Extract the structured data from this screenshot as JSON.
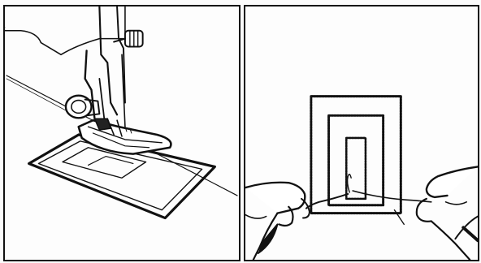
{
  "figure": {
    "panels": [
      {
        "id": "left",
        "subject": "presser-foot-over-framed-rectangle"
      },
      {
        "id": "right",
        "subject": "hands-pulling-thread-through-framed-rectangle"
      }
    ],
    "colors": {
      "ink": "#111111",
      "paper": "#fdfdfd"
    },
    "icons": [
      "presser-foot-icon",
      "needle-icon",
      "thread-icon",
      "hand-icon"
    ]
  }
}
